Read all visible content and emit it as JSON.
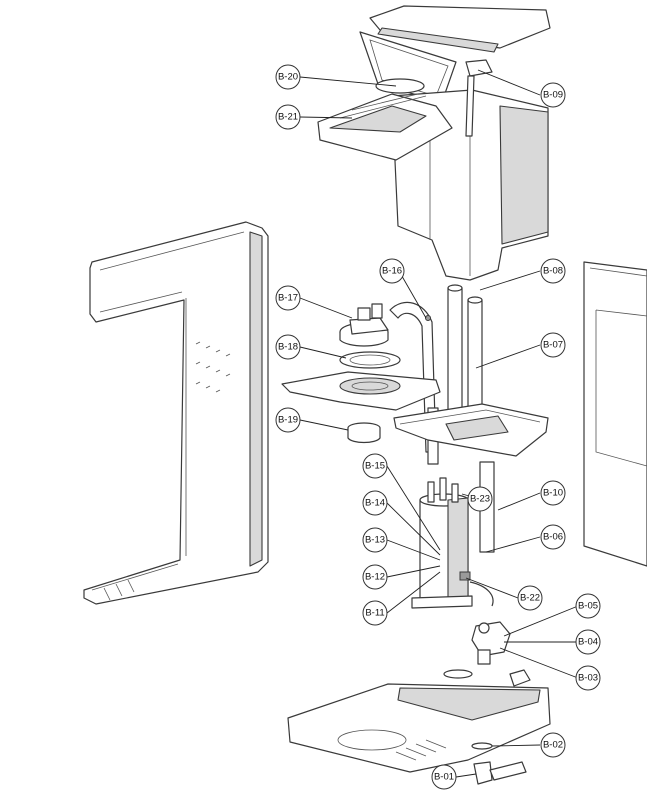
{
  "callouts": {
    "b01": "B-01",
    "b02": "B-02",
    "b03": "B-03",
    "b04": "B-04",
    "b05": "B-05",
    "b06": "B-06",
    "b07": "B-07",
    "b08": "B-08",
    "b09": "B-09",
    "b10": "B-10",
    "b11": "B-11",
    "b12": "B-12",
    "b13": "B-13",
    "b14": "B-14",
    "b15": "B-15",
    "b16": "B-16",
    "b17": "B-17",
    "b18": "B-18",
    "b19": "B-19",
    "b20": "B-20",
    "b21": "B-21",
    "b22": "B-22",
    "b23": "B-23"
  }
}
